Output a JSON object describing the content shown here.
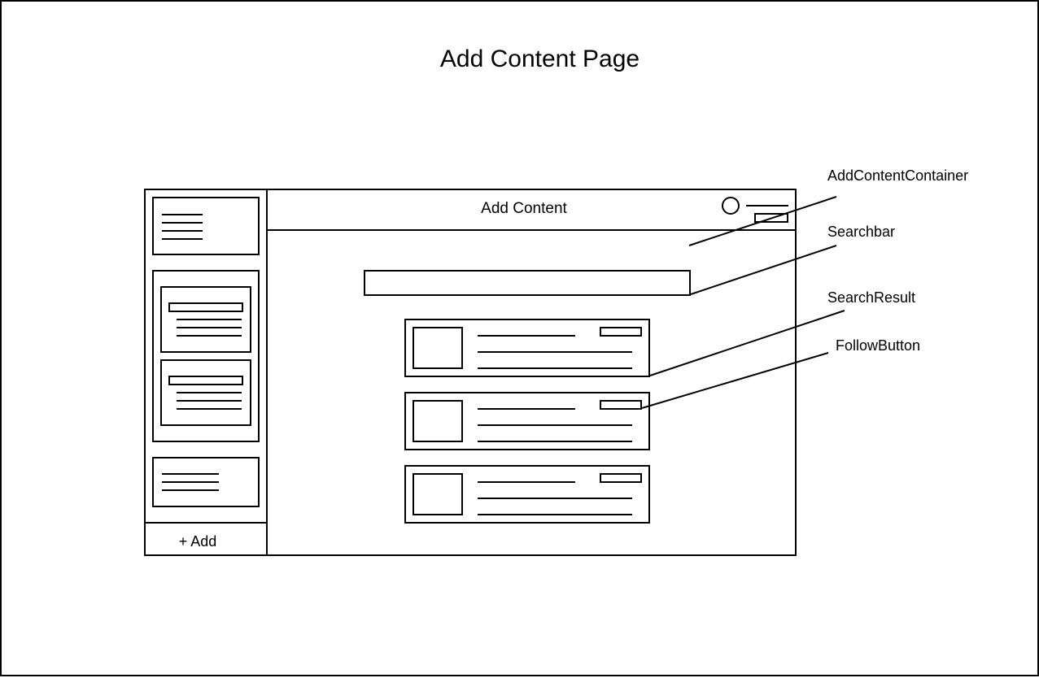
{
  "diagram": {
    "title": "Add Content Page",
    "app": {
      "header_title": "Add Content",
      "add_label": "+ Add",
      "results_count_hint": 3
    },
    "annotations": [
      {
        "key": "container",
        "label": "AddContentContainer"
      },
      {
        "key": "searchbar",
        "label": "Searchbar"
      },
      {
        "key": "result",
        "label": "SearchResult"
      },
      {
        "key": "follow",
        "label": "FollowButton"
      }
    ],
    "colors": {
      "stroke": "#000000",
      "background": "#ffffff"
    }
  }
}
